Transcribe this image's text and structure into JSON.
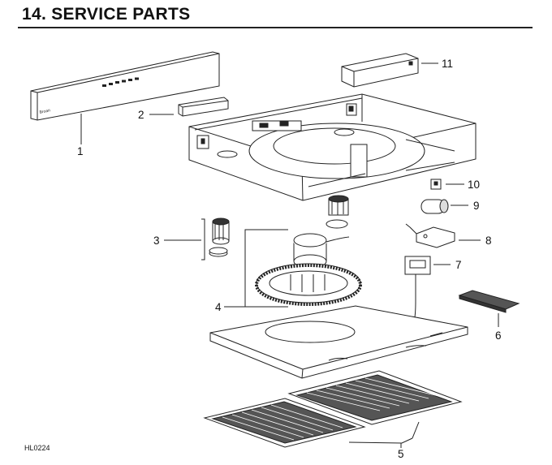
{
  "header": {
    "title": "14.  SERVICE PARTS"
  },
  "figure_code": "HL0224",
  "nameplate_text": "Broan",
  "callouts": [
    {
      "id": "1",
      "label": "1"
    },
    {
      "id": "2",
      "label": "2"
    },
    {
      "id": "3",
      "label": "3"
    },
    {
      "id": "4",
      "label": "4"
    },
    {
      "id": "5",
      "label": "5"
    },
    {
      "id": "6",
      "label": "6"
    },
    {
      "id": "7",
      "label": "7"
    },
    {
      "id": "8",
      "label": "8"
    },
    {
      "id": "9",
      "label": "9"
    },
    {
      "id": "10",
      "label": "10"
    },
    {
      "id": "11",
      "label": "11"
    }
  ]
}
